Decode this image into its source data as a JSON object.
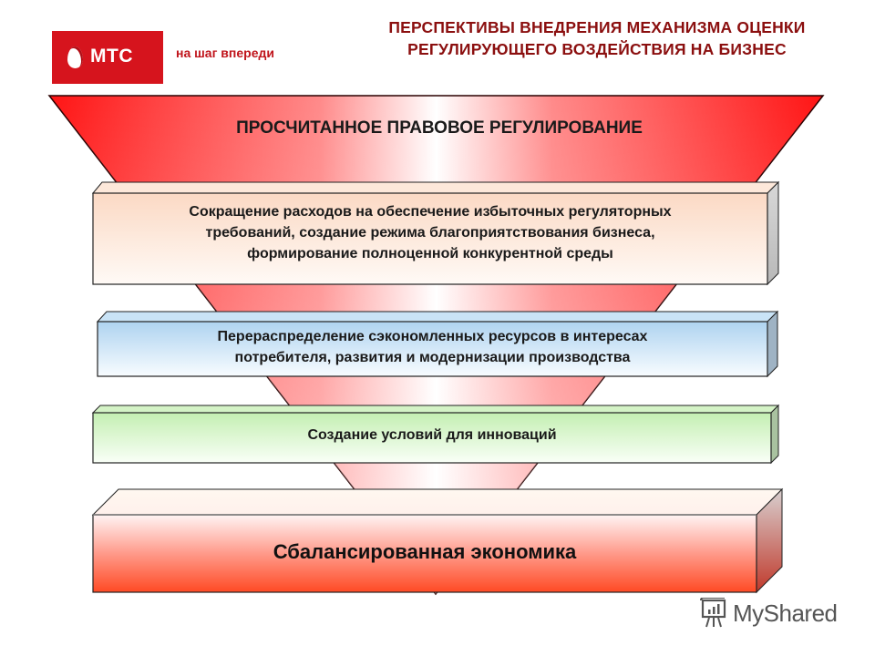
{
  "logo": {
    "brand": "МТС",
    "tagline": "на шаг впереди",
    "color": "#d6141d"
  },
  "header": {
    "title_line1": "ПЕРСПЕКТИВЫ ВНЕДРЕНИЯ МЕХАНИЗМА ОЦЕНКИ",
    "title_line2": "РЕГУЛИРУЮЩЕГО ВОЗДЕЙСТВИЯ НА БИЗНЕС",
    "title_color": "#8b0f0f"
  },
  "funnel": {
    "title": "ПРОСЧИТАННОЕ ПРАВОВОЕ РЕГУЛИРОВАНИЕ",
    "color_edge": "#ff1a1a",
    "color_center": "#ffffff"
  },
  "levels": [
    {
      "lines": [
        "Сокращение расходов на обеспечение избыточных регуляторных",
        "требований, создание режима благоприятствования бизнеса,",
        "формирование полноценной конкурентной среды"
      ],
      "color": "#fbe0cf"
    },
    {
      "lines": [
        "Перераспределение сэкономленных ресурсов в интересах",
        "потребителя, развития и модернизации производства"
      ],
      "color": "#b9d9f2"
    },
    {
      "lines": [
        "Создание условий для инноваций"
      ],
      "color": "#c8f0b8"
    },
    {
      "lines": [
        "Сбалансированная экономика"
      ],
      "color": "#ff4a2a"
    }
  ],
  "watermark": {
    "text": "MyShared",
    "icon": "presentation-board-icon"
  }
}
